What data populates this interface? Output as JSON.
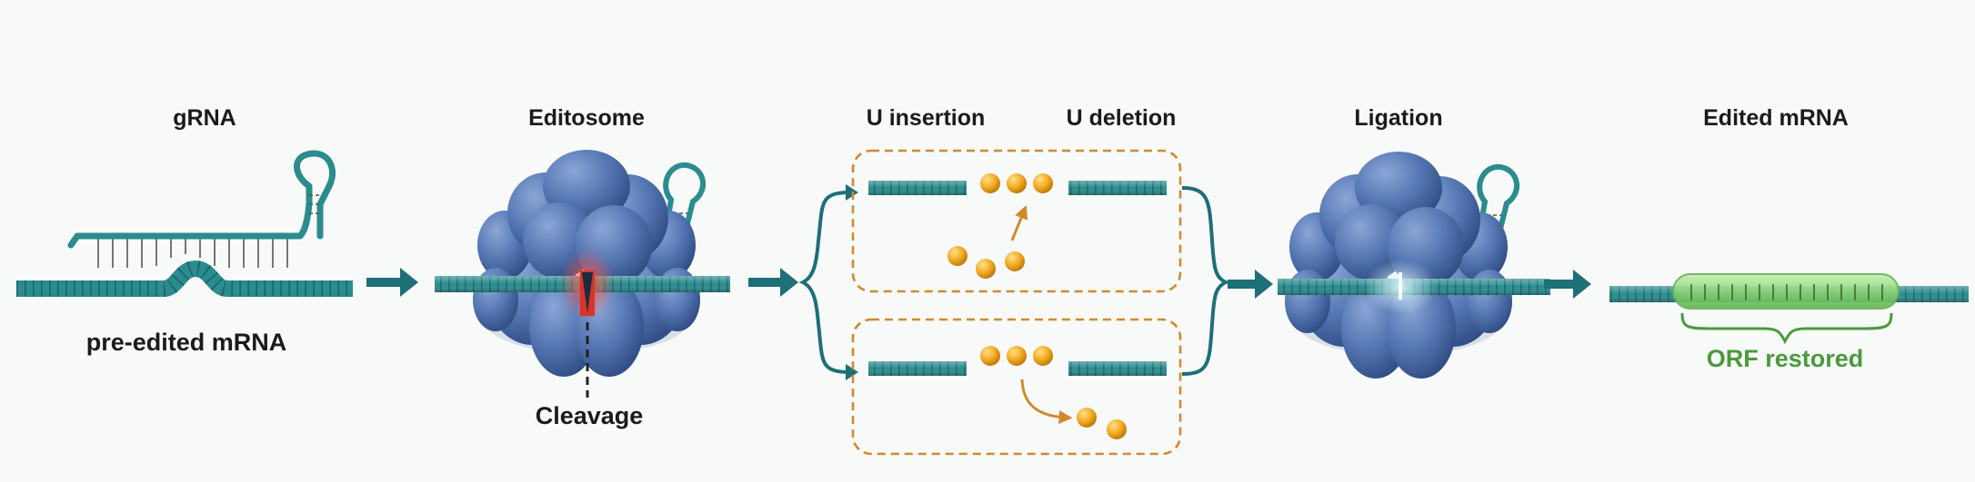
{
  "steps": {
    "grna": {
      "title": "gRNA",
      "sublabel": "pre-edited mRNA"
    },
    "editosome": {
      "title": "Editosome",
      "sublabel": "Cleavage"
    },
    "editing": {
      "insertion_title": "U insertion",
      "deletion_title": "U deletion"
    },
    "ligation": {
      "title": "Ligation"
    },
    "edited": {
      "title": "Edited mRNA",
      "sublabel": "ORF restored"
    }
  },
  "colors": {
    "rna": "#2a8c8e",
    "rna_dark": "#1d6b6d",
    "arrow": "#1d6f78",
    "protein": "#4f6fa8",
    "uridine": "#e8a21b",
    "box_border": "#d08a2e",
    "cut": "#d8342a",
    "orf_fill": "#8fd67a",
    "orf_text": "#4a9a3c"
  },
  "icons": {
    "editosome": "protein-complex-icon",
    "arrow": "right-arrow-icon",
    "uridine": "uridine-bead-icon"
  }
}
